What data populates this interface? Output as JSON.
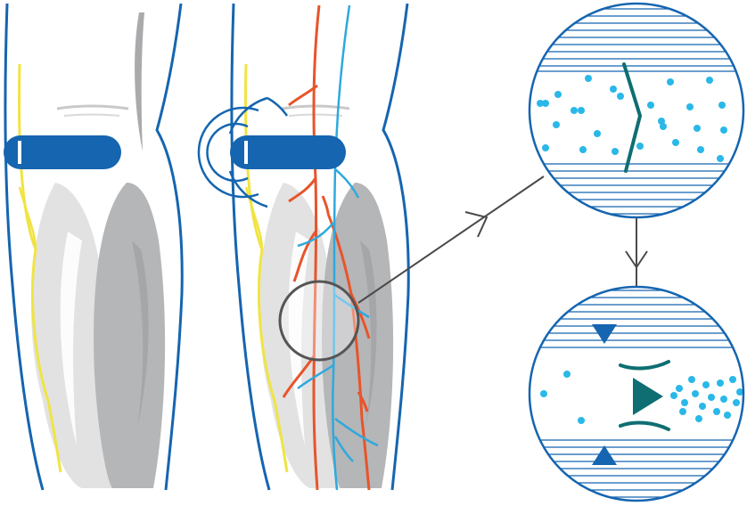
{
  "colors": {
    "outline": "#1565b0",
    "cuff": "#1565b0",
    "nerve": "#f0e442",
    "artery": "#e8542a",
    "vein": "#2ea9dd",
    "muscle_light": "#e2e2e3",
    "muscle_dark": "#b5b6b8",
    "valve": "#0e6e72",
    "particle": "#29b8e8",
    "magnifier": "#555555",
    "arrow": "#4a4a4a"
  },
  "panels": [
    {
      "id": "leg-before",
      "parts": [
        "leg-outline",
        "nerve",
        "cuff",
        "muscle-light",
        "muscle-dark"
      ]
    },
    {
      "id": "leg-with-vessels",
      "parts": [
        "leg-outline",
        "nerve",
        "cuff",
        "pressure-rings",
        "artery",
        "vein",
        "muscle-light",
        "muscle-dark",
        "magnifier-lens"
      ]
    },
    {
      "id": "zoom-valve-open",
      "parts": [
        "vein-wall-top",
        "vein-wall-bottom",
        "valve-chevron",
        "particles"
      ]
    },
    {
      "id": "zoom-valve-flow",
      "parts": [
        "vein-wall-top",
        "vein-wall-bottom",
        "valve-leaflets",
        "flow-arrow",
        "pressure-arrows",
        "particles"
      ]
    }
  ],
  "icons": [
    "arrow-right-icon",
    "arrow-down-icon",
    "triangle-down-icon",
    "triangle-up-icon",
    "triangle-right-icon"
  ]
}
